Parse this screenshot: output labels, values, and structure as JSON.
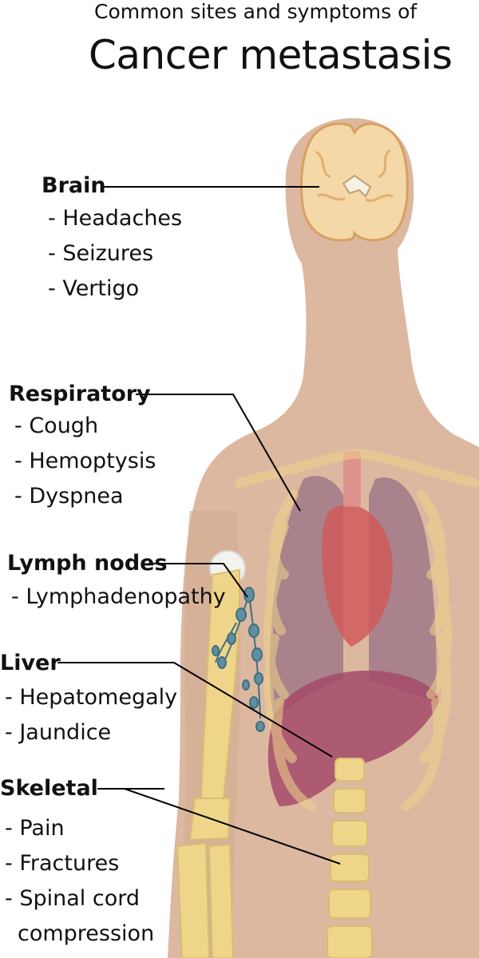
{
  "title": {
    "line1": "Common sites and symptoms of",
    "line2": "Cancer metastasis"
  },
  "sites": {
    "brain": {
      "name": "Brain",
      "symptoms": [
        "- Headaches",
        "- Seizures",
        "- Vertigo"
      ]
    },
    "respiratory": {
      "name": "Respiratory",
      "symptoms": [
        "- Cough",
        "- Hemoptysis",
        "- Dyspnea"
      ]
    },
    "lymph": {
      "name": "Lymph nodes",
      "symptoms": [
        "- Lymphadenopathy"
      ]
    },
    "liver": {
      "name": "Liver",
      "symptoms": [
        "- Hepatomegaly",
        "- Jaundice"
      ]
    },
    "skeletal": {
      "name": "Skeletal",
      "symptoms": [
        "- Pain",
        "- Fractures",
        "- Spinal cord",
        "compression"
      ]
    }
  },
  "colors": {
    "skin": "#dcb8a0",
    "bone": "#efd58a",
    "lung": "#a07888",
    "liver": "#a44a6a",
    "heart": "#d05a5a",
    "lymph": "#5f8fa0",
    "brain": "#f4d8a8",
    "leader": "#000000"
  }
}
